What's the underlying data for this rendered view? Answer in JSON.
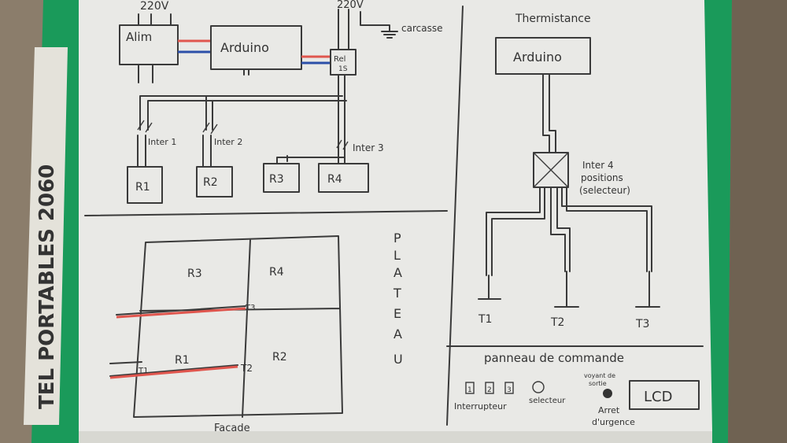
{
  "spine_label": "TEL PORTABLES 2060",
  "power": {
    "left_label": "220V",
    "right_label": "220V",
    "ground_label": "carcasse"
  },
  "blocks": {
    "alim": "Alim",
    "arduino": "Arduino",
    "relay_top": "Rel",
    "relay_bottom": "1S"
  },
  "switches": [
    "Inter 1",
    "Inter 2",
    "Inter 3"
  ],
  "resistors": [
    "R1",
    "R2",
    "R3",
    "R4"
  ],
  "thermistor": {
    "title": "Thermistance",
    "arduino": "Arduino",
    "selector": [
      "Inter 4",
      "positions",
      "(selecteur)"
    ],
    "sensors": [
      "T1",
      "T2",
      "T3"
    ]
  },
  "plateau": {
    "zones": [
      "R3",
      "R4",
      "R1",
      "R2"
    ],
    "sensors": [
      "T3",
      "T1",
      "T2"
    ],
    "vertical_label": [
      "P",
      "L",
      "A",
      "T",
      "E",
      "A",
      "U"
    ],
    "bottom_label": "Facade"
  },
  "panel": {
    "title": "panneau de commande",
    "switch_numbers": [
      "1",
      "2",
      "3"
    ],
    "switch_label": "Interrupteur",
    "selector_label": "selecteur",
    "indicator_label": [
      "voyant de",
      "sortie"
    ],
    "estop_label": [
      "Arret",
      "d'urgence"
    ],
    "lcd_label": "LCD"
  },
  "colors": {
    "paper": "#e9e9e6",
    "binder": "#1a9a5a",
    "wire_red": "#e0564e",
    "wire_blue": "#2c4fa8"
  }
}
